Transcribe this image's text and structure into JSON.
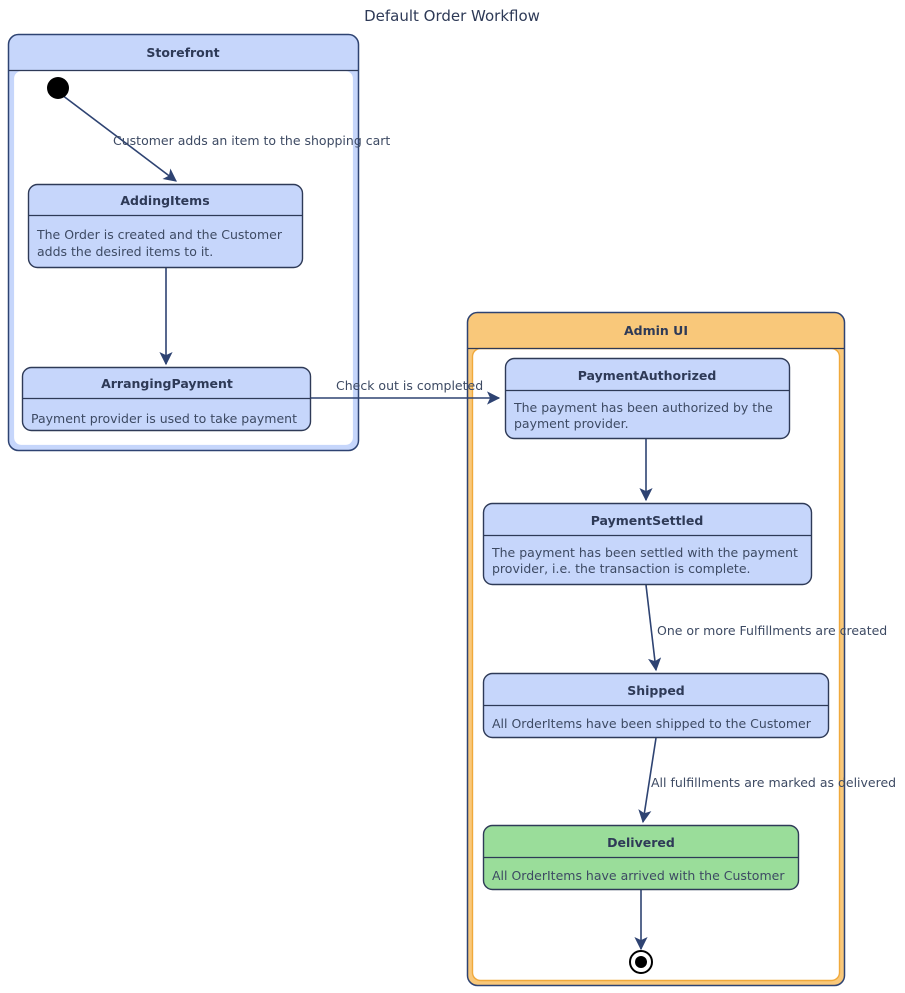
{
  "diagram": {
    "title": "Default Order Workflow",
    "type": "uml-state-diagram",
    "colors": {
      "state_fill_blue": "#c6d6fb",
      "state_fill_green": "#9add9a",
      "container_header_blue": "#c6d6fb",
      "container_header_orange": "#f9c87a",
      "container_border_blue": "#2e4372",
      "container_border_orange": "#f0a93c",
      "stroke": "#2e3a57",
      "text": "#2e3a57",
      "edge": "#2e4372",
      "background": "#ffffff"
    }
  },
  "containers": [
    {
      "id": "storefront",
      "label": "Storefront",
      "accent": "blue"
    },
    {
      "id": "admin-ui",
      "label": "Admin UI",
      "accent": "orange"
    }
  ],
  "states": [
    {
      "id": "initial",
      "kind": "initial-pseudostate",
      "label": "",
      "container": "storefront"
    },
    {
      "id": "adding-items",
      "kind": "state",
      "label": "AddingItems",
      "description": "The Order is created and the Customer adds the desired items to it.",
      "description_lines": [
        "The Order is created and the Customer",
        "adds the desired items to it."
      ],
      "fill": "blue",
      "container": "storefront"
    },
    {
      "id": "arranging-payment",
      "kind": "state",
      "label": "ArrangingPayment",
      "description": "Payment provider is used to take payment",
      "description_lines": [
        "Payment provider is used to take payment"
      ],
      "fill": "blue",
      "container": "storefront"
    },
    {
      "id": "payment-authorized",
      "kind": "state",
      "label": "PaymentAuthorized",
      "description": "The payment has been authorized by the payment provider.",
      "description_lines": [
        "The payment has been authorized by the",
        "payment provider."
      ],
      "fill": "blue",
      "container": "admin-ui"
    },
    {
      "id": "payment-settled",
      "kind": "state",
      "label": "PaymentSettled",
      "description": "The payment has been settled with the payment provider, i.e. the transaction is complete.",
      "description_lines": [
        "The payment has been settled with the payment",
        "provider, i.e. the transaction is complete."
      ],
      "fill": "blue",
      "container": "admin-ui"
    },
    {
      "id": "shipped",
      "kind": "state",
      "label": "Shipped",
      "description": "All OrderItems have been shipped to the Customer",
      "description_lines": [
        "All OrderItems have been shipped to the Customer"
      ],
      "fill": "blue",
      "container": "admin-ui"
    },
    {
      "id": "delivered",
      "kind": "state",
      "label": "Delivered",
      "description": "All OrderItems have arrived with the Customer",
      "description_lines": [
        "All OrderItems have arrived with the Customer"
      ],
      "fill": "green",
      "container": "admin-ui"
    },
    {
      "id": "final",
      "kind": "final-state",
      "label": "",
      "container": "admin-ui"
    }
  ],
  "transitions": [
    {
      "id": "t1",
      "from": "initial",
      "to": "adding-items",
      "label": "Customer adds an item to the shopping cart"
    },
    {
      "id": "t2",
      "from": "adding-items",
      "to": "arranging-payment",
      "label": ""
    },
    {
      "id": "t3",
      "from": "arranging-payment",
      "to": "payment-authorized",
      "label": "Check out is completed"
    },
    {
      "id": "t4",
      "from": "payment-authorized",
      "to": "payment-settled",
      "label": ""
    },
    {
      "id": "t5",
      "from": "payment-settled",
      "to": "shipped",
      "label": "One or more Fulfillments are created"
    },
    {
      "id": "t6",
      "from": "shipped",
      "to": "delivered",
      "label": "All fulfillments are marked as delivered"
    },
    {
      "id": "t7",
      "from": "delivered",
      "to": "final",
      "label": ""
    }
  ]
}
